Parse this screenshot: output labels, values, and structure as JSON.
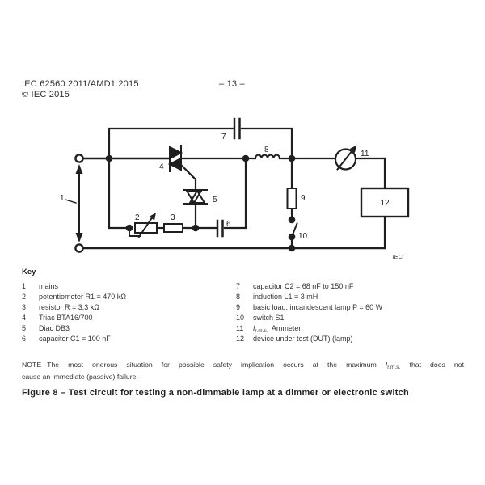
{
  "header": {
    "doc_ref": "IEC 62560:2011/AMD1:2015",
    "page_number": "– 13 –",
    "copyright": "© IEC 2015"
  },
  "diagram_labels": {
    "mains": "1",
    "potentiometer": "2",
    "resistor": "3",
    "triac": "4",
    "diac": "5",
    "capacitor_c1": "6",
    "capacitor_c2": "7",
    "induction": "8",
    "basic_load": "9",
    "switch": "10",
    "ammeter": "11",
    "dut": "12",
    "iec_mark": "IEC"
  },
  "key": {
    "title": "Key",
    "left_items": [
      {
        "num": "1",
        "text": "mains"
      },
      {
        "num": "2",
        "text": "potentiometer R1 = 470 kΩ"
      },
      {
        "num": "3",
        "text": "resistor R = 3,3 kΩ"
      },
      {
        "num": "4",
        "text": "Triac BTA16/700"
      },
      {
        "num": "5",
        "text": "Diac DB3"
      },
      {
        "num": "6",
        "text": "capacitor C1 = 100 nF"
      }
    ],
    "right_items": [
      {
        "num": "7",
        "text": "capacitor C2 = 68 nF to 150 nF"
      },
      {
        "num": "8",
        "text": "induction L1 = 3 mH"
      },
      {
        "num": "9",
        "text": "basic load, incandescent lamp P = 60 W"
      },
      {
        "num": "10",
        "text": "switch S1"
      },
      {
        "num": "11",
        "sym": "I",
        "sub": "r.m.s.",
        "text": "Ammeter"
      },
      {
        "num": "12",
        "text": "device under test (DUT) (lamp)"
      }
    ]
  },
  "note": {
    "lead": "NOTE",
    "line1_pre": "The most onerous situation for possible safety implication occurs at the maximum",
    "sym": "I",
    "sub": "r.m.s.",
    "line1_post": "that does not",
    "line2": "cause an immediate (passive) failure."
  },
  "figure_caption": "Figure 8 – Test circuit for testing a non-dimmable lamp at a dimmer or electronic switch",
  "colors": {
    "ink": "#1f1f1f",
    "paper": "#ffffff"
  }
}
